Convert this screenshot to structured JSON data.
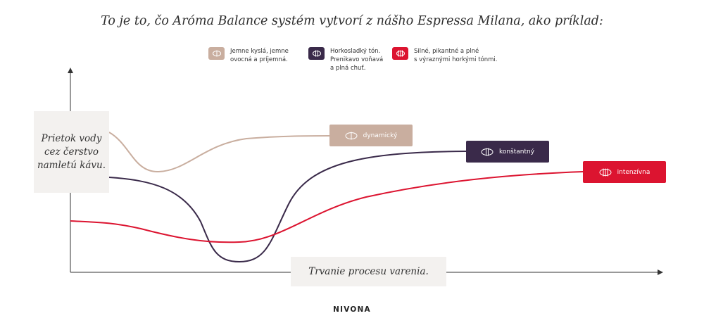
{
  "title": "To je to, čo Aróma Balance systém vytvorí z nášho Espressa Milana, ako príklad:",
  "legend": [
    {
      "text": "Jemne kyslá, jemne\novocná a príjemná.",
      "color": "#c9ae9f",
      "icon": "aroma-icon-light"
    },
    {
      "text": "Horkosladký tón.\nPrenikavo voňavá\na plná chuť.",
      "color": "#3a2a4a",
      "icon": "aroma-icon-medium"
    },
    {
      "text": "Silné, pikantné a plné\ns výraznými horkými tónmi.",
      "color": "#dc1430",
      "icon": "aroma-icon-strong"
    }
  ],
  "y_axis_label": "Prietok vody cez čerstvo namletú kávu.",
  "x_axis_label": "Trvanie procesu varenia.",
  "curves": [
    {
      "name": "dynamický",
      "color": "#c9ae9f"
    },
    {
      "name": "konštantný",
      "color": "#3a2a4a"
    },
    {
      "name": "intenzívna",
      "color": "#dc1430"
    }
  ],
  "brand": "NIVONA"
}
